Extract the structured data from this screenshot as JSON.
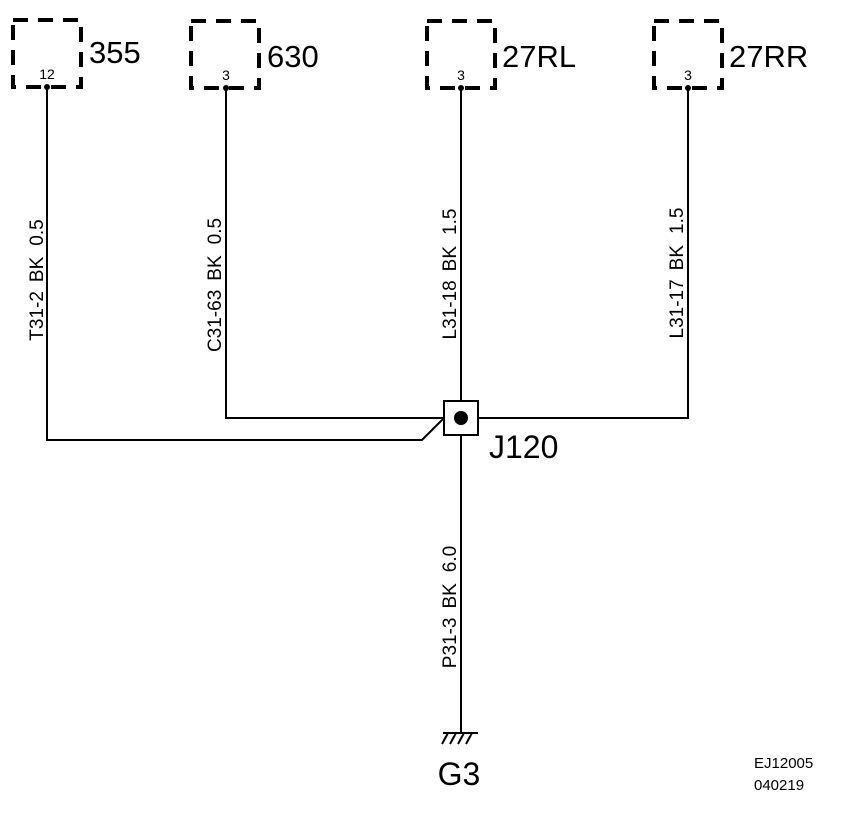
{
  "connectors": [
    {
      "name": "355",
      "pin": "12"
    },
    {
      "name": "630",
      "pin": "3"
    },
    {
      "name": "27RL",
      "pin": "3"
    },
    {
      "name": "27RR",
      "pin": "3"
    }
  ],
  "wires": [
    {
      "circuit": "T31-2",
      "color": "BK",
      "size": "0.5"
    },
    {
      "circuit": "C31-63",
      "color": "BK",
      "size": "0.5"
    },
    {
      "circuit": "L31-18",
      "color": "BK",
      "size": "1.5"
    },
    {
      "circuit": "L31-17",
      "color": "BK",
      "size": "1.5"
    },
    {
      "circuit": "P31-3",
      "color": "BK",
      "size": "6.0"
    }
  ],
  "junction": {
    "name": "J120"
  },
  "ground": {
    "name": "G3"
  },
  "drawing_code": {
    "line1": "EJ12005",
    "line2": "040219"
  }
}
